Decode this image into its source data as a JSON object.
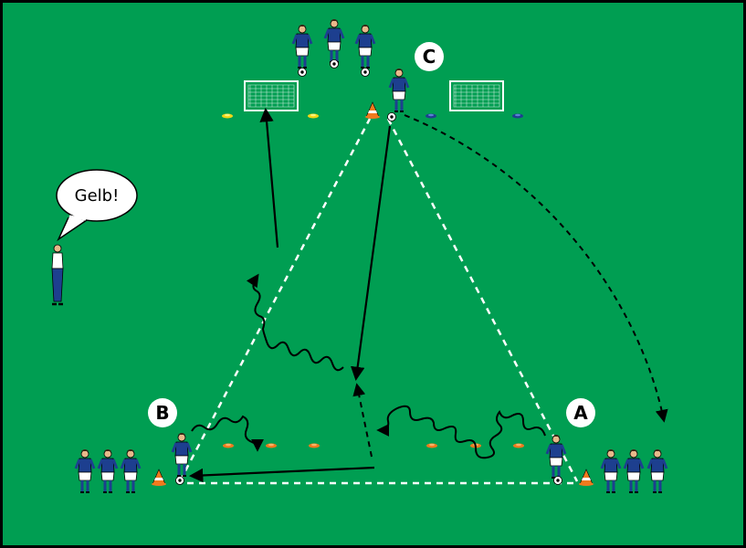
{
  "field": {
    "background": "#009e52",
    "border": "#000000",
    "line_color": "#ffffff",
    "arrow_color": "#000000"
  },
  "labels": {
    "a": "A",
    "b": "B",
    "c": "C"
  },
  "coach": {
    "speech": "Gelb!"
  },
  "colors": {
    "jersey": "#1d3f8f",
    "shorts": "#ffffff",
    "cone_orange": "#f07a1e",
    "cone_yellow": "#f2d616",
    "cone_blue": "#1d3f8f",
    "goal_post": "#ffffff"
  },
  "icons": {
    "player": "player-figure-icon",
    "ball": "soccer-ball-icon",
    "cone": "cone-icon",
    "goal": "mini-goal-icon",
    "coach": "coach-figure-icon"
  }
}
